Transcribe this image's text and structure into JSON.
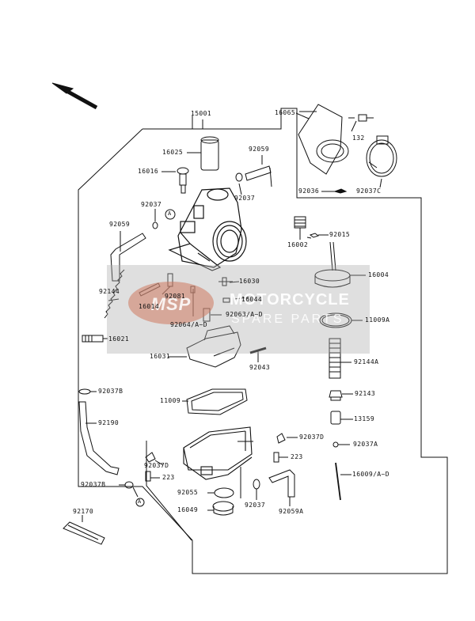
{
  "parts": {
    "p15001": "15001",
    "p16065": "16065",
    "p16025": "16025",
    "p92059_top": "92059",
    "p132": "132",
    "p16016": "16016",
    "p92037_a": "92037",
    "p92037_b": "92037",
    "p92036": "92036",
    "p92037C": "92037C",
    "p92059_left": "92059",
    "p16002": "16002",
    "p92015": "92015",
    "p16004": "16004",
    "p92144": "92144",
    "p16030": "16030",
    "p16014": "16014",
    "p92081": "92081",
    "p16044": "16044",
    "p92063": "92063/A~D",
    "p92064": "92064/A~D",
    "p11009A": "11009A",
    "p16021": "16021",
    "p16031": "16031",
    "p92043": "92043",
    "p92144A": "92144A",
    "p92037B_top": "92037B",
    "p11009": "11009",
    "p92143": "92143",
    "p92190": "92190",
    "p13159": "13159",
    "p92037D_a": "92037D",
    "p92037A": "92037A",
    "p92037D_b": "92037D",
    "p223_a": "223",
    "p223_b": "223",
    "p16009": "16009/A~D",
    "p92037B_bot": "92037B",
    "p92055": "92055",
    "p92037_c": "92037",
    "p92059A": "92059A",
    "p16049": "16049",
    "p92170": "92170"
  },
  "callouts": {
    "a_top": "A",
    "a_bottom": "A"
  },
  "watermark": {
    "logo": "MSP",
    "line1": "MOTORCYCLE",
    "line2": "SPARE PARTS"
  },
  "colors": {
    "ink": "#111111",
    "watermark_gray": "#aaaaaa",
    "watermark_logo": "#cd785f"
  }
}
